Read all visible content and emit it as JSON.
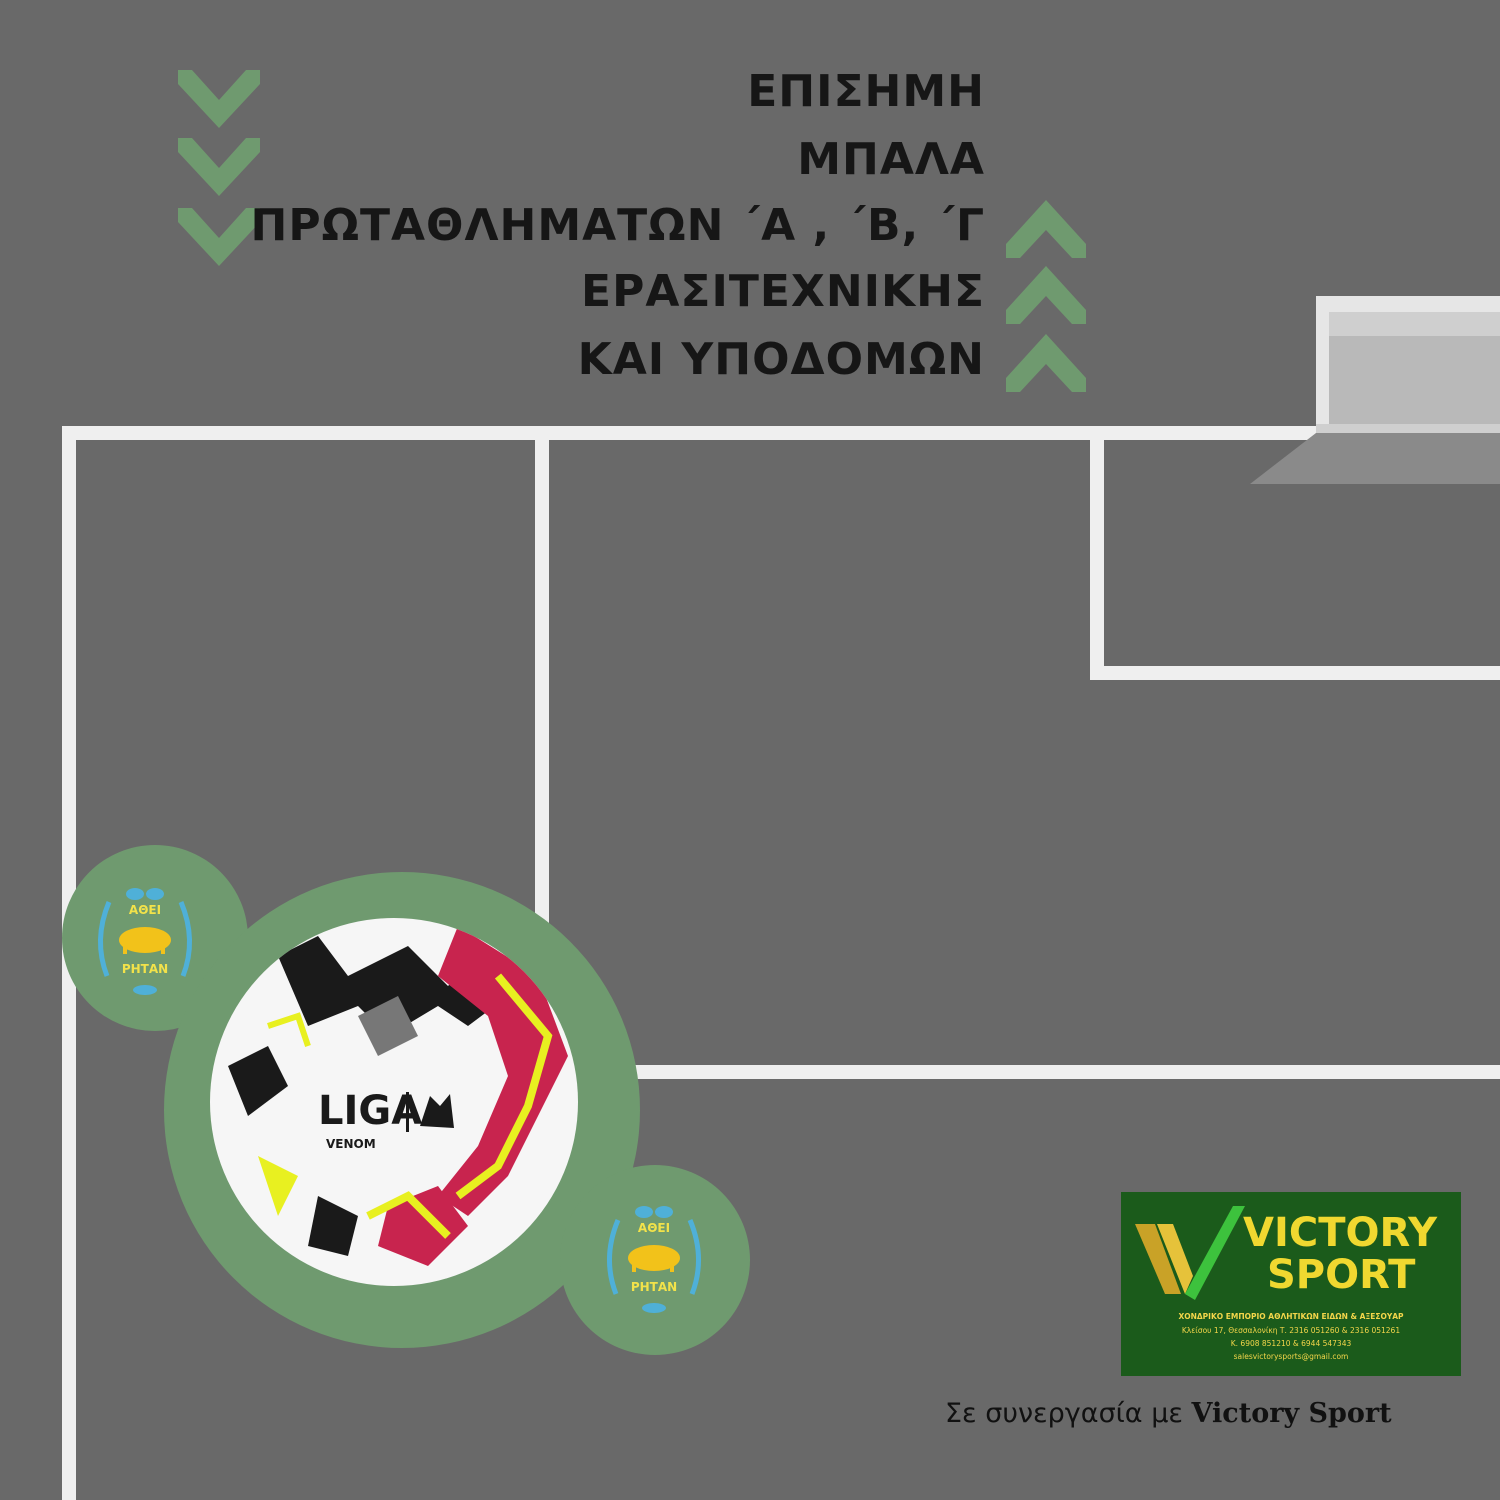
{
  "headline": {
    "lines": [
      "ΕΠΙΣΗΜΗ",
      "ΜΠΑΛΑ",
      "ΠΡΩΤΑΘΛΗΜΑΤΩΝ ΄Α , ΄Β, ΄Γ",
      "ΕΡΑΣΙΤΕΧΝΙΚΗΣ",
      "ΚΑΙ ΥΠΟΔΟΜΩΝ"
    ]
  },
  "ball": {
    "brand": "LIGA",
    "model": "VENOM"
  },
  "badge": {
    "top_text": "ΑΘΕΙ",
    "bottom_text": "ΡΗΤΑΝ"
  },
  "sponsor": {
    "name_line1": "VICTORY",
    "name_line2": "SPORT",
    "tagline": "ΧΟΝΔΡΙΚΟ ΕΜΠΟΡΙΟ ΑΘΛΗΤΙΚΩΝ ΕΙΔΩΝ & ΑΞΕΣΟΥΑΡ",
    "address": "Κλείσου 17, Θεσσαλονίκη     Τ. 2316 051260 & 2316 051261",
    "mobile": "Κ. 6908 851210 & 6944 547343",
    "email": "salesvictorysports@gmail.com"
  },
  "partner": {
    "prefix": "Σε συνεργασία με ",
    "name": "Victory Sport"
  },
  "colors": {
    "background": "#696969",
    "chevron_green": "#6f9a6f",
    "sponsor_bg": "#1b5b1b",
    "sponsor_gold": "#f0d830"
  }
}
